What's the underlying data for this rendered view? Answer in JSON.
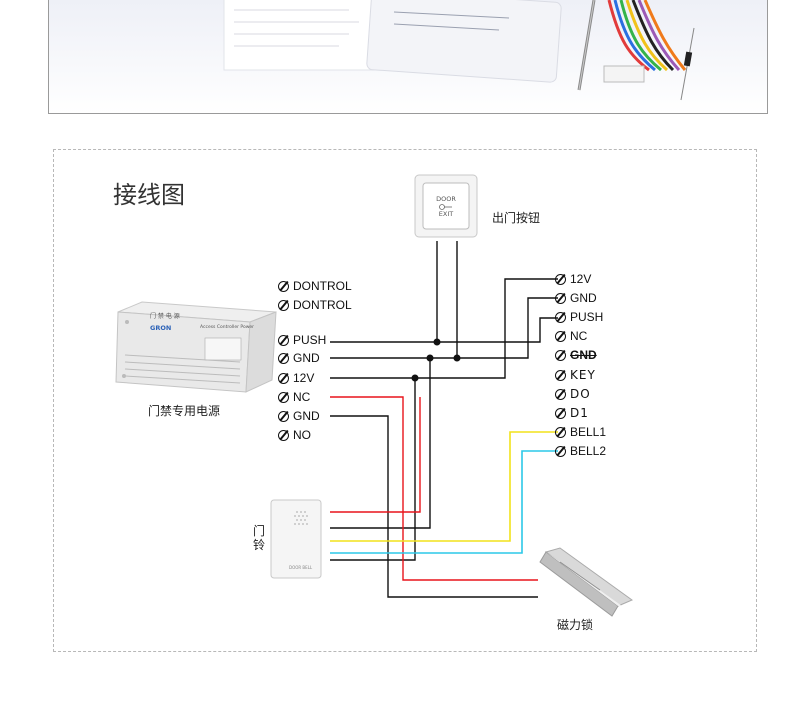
{
  "diagram_title": "接线图",
  "components": {
    "exit_button": {
      "caption": "出门按钮",
      "face_top": "DOOR",
      "face_bottom": "EXIT"
    },
    "power_supply": {
      "caption": "门禁专用电源",
      "brand": "GRON",
      "label_cn": "门 禁 电 源",
      "label_en": "Access Controller Power"
    },
    "doorbell": {
      "caption_line1": "门",
      "caption_line2": "铃",
      "face_text": "DOOR BELL"
    },
    "magnetic_lock": {
      "caption": "磁力锁"
    }
  },
  "power_terminals": [
    "DONTROL",
    "DONTROL",
    "PUSH",
    "GND",
    "12V",
    "NC",
    "GND",
    "NO"
  ],
  "controller_terminals": [
    "12V",
    "GND",
    "PUSH",
    "NC",
    "GND",
    "KEY",
    "DO",
    "D1",
    "BELL1",
    "BELL2"
  ],
  "colors": {
    "black": "#111111",
    "red": "#e8141b",
    "yellow": "#f2e21a",
    "cyan": "#2cc8e8",
    "frame": "#b8b8b8"
  }
}
